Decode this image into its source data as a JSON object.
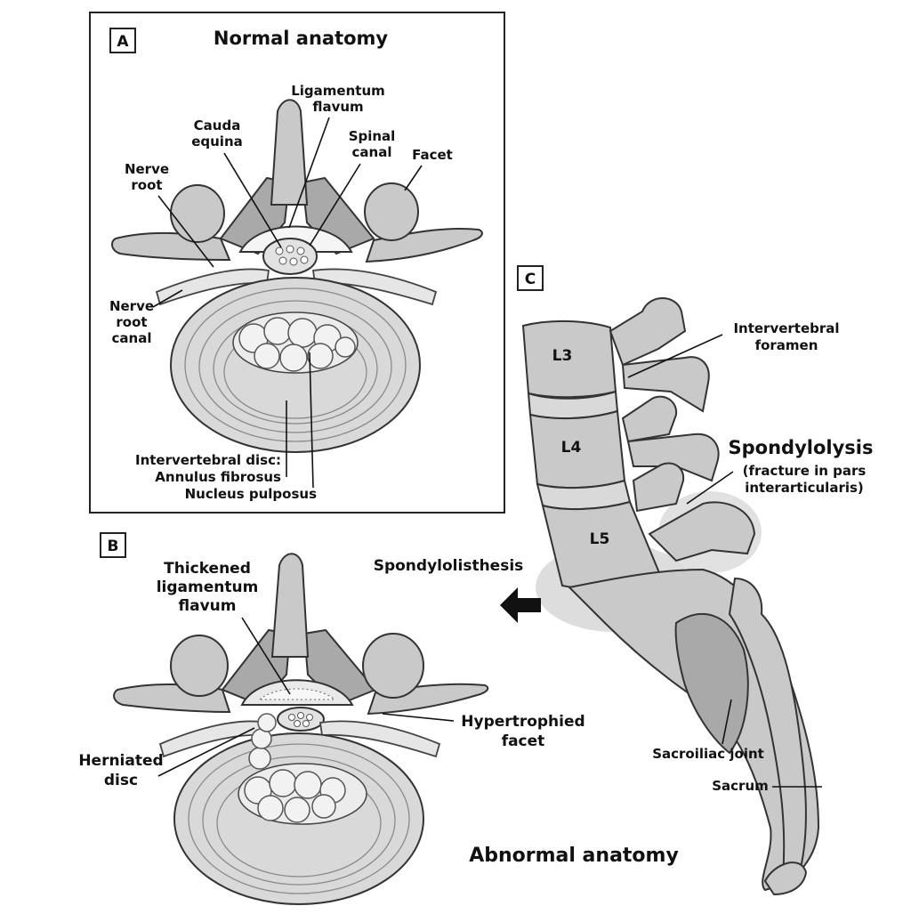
{
  "panel_a": {
    "letter": "A",
    "title": "Normal anatomy",
    "labels": {
      "ligamentum_flavum": [
        "Ligamentum",
        "flavum"
      ],
      "cauda_equina": [
        "Cauda",
        "equina"
      ],
      "spinal_canal": [
        "Spinal",
        "canal"
      ],
      "facet": "Facet",
      "nerve_root": [
        "Nerve",
        "root"
      ],
      "nerve_root_canal": [
        "Nerve",
        "root",
        "canal"
      ],
      "intervertebral_disc": "Intervertebral disc:",
      "annulus_fibrosus": "Annulus fibrosus",
      "nucleus_pulposus": "Nucleus pulposus"
    }
  },
  "panel_b": {
    "letter": "B",
    "labels": {
      "thickened_ligamentum_flavum": [
        "Thickened",
        "ligamentum",
        "flavum"
      ],
      "hypertrophied_facet": [
        "Hypertrophied",
        "facet"
      ],
      "herniated_disc": [
        "Herniated",
        "disc"
      ]
    },
    "caption": "Abnormal anatomy"
  },
  "panel_c": {
    "letter": "C",
    "vertebrae": [
      "L3",
      "L4",
      "L5"
    ],
    "labels": {
      "intervertebral_foramen": [
        "Intervertebral",
        "foramen"
      ],
      "spondylolysis": "Spondylolysis",
      "spondylolysis_note": [
        "(fracture in pars",
        "interarticularis)"
      ],
      "spondylolisthesis": "Spondylolisthesis",
      "sacroiliac_joint": "Sacroiliac joint",
      "sacrum": "Sacrum"
    }
  }
}
